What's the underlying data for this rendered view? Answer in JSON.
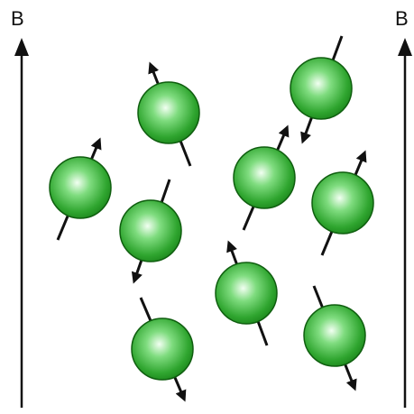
{
  "labels": {
    "left_field": "B",
    "right_field": "B"
  },
  "colors": {
    "sphere_light": "#f2fff2",
    "sphere_mid": "#5fce5f",
    "sphere_dark": "#1e8a1e",
    "sphere_edge": "#0f5e0f",
    "arrow": "#111111"
  },
  "particles": [
    {
      "id": "particle-1",
      "spin": "up"
    },
    {
      "id": "particle-2",
      "spin": "up"
    },
    {
      "id": "particle-3",
      "spin": "down"
    },
    {
      "id": "particle-4",
      "spin": "up"
    },
    {
      "id": "particle-5",
      "spin": "down"
    },
    {
      "id": "particle-6",
      "spin": "up"
    },
    {
      "id": "particle-7",
      "spin": "up"
    },
    {
      "id": "particle-8",
      "spin": "up"
    },
    {
      "id": "particle-9",
      "spin": "down"
    },
    {
      "id": "particle-10",
      "spin": "down"
    }
  ]
}
